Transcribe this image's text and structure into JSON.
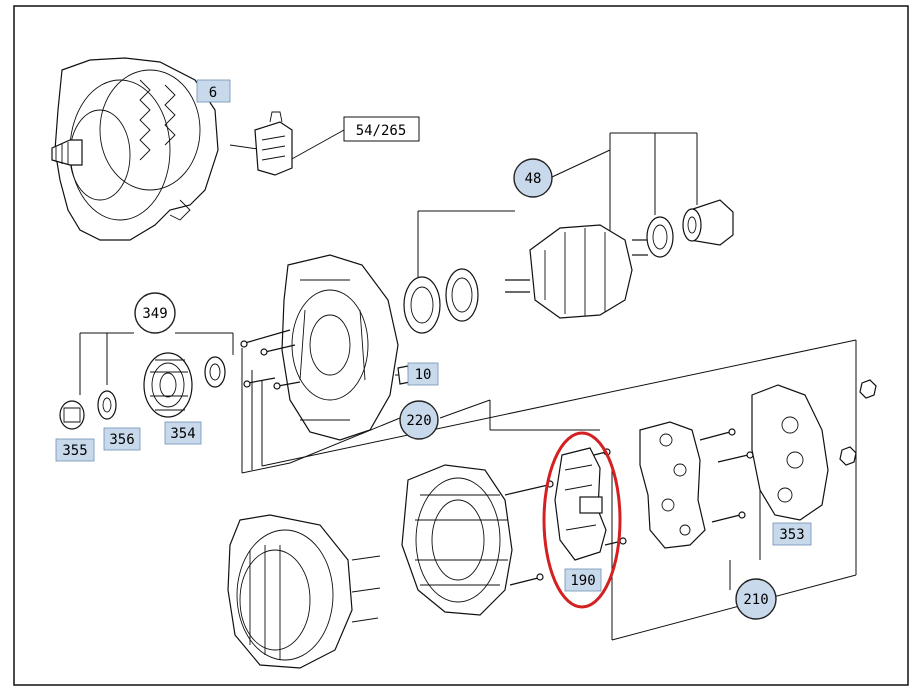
{
  "callouts": {
    "c6": "6",
    "c54_265": "54/265",
    "c48": "48",
    "c349": "349",
    "c10": "10",
    "c220": "220",
    "c355": "355",
    "c356": "356",
    "c354": "354",
    "c190": "190",
    "c353": "353",
    "c210": "210"
  },
  "colors": {
    "label_fill": "#c9d9ec",
    "highlight_ring": "#d42020",
    "line": "#111111"
  },
  "highlight": {
    "target": "190"
  }
}
